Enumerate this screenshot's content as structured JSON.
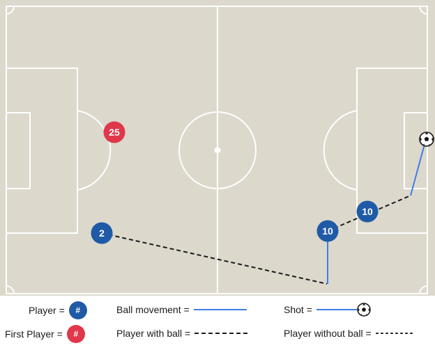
{
  "colors": {
    "pitch": "#dcd8cc",
    "lines": "#ffffff",
    "player": "#1f5aa6",
    "first_player": "#e0374a",
    "ball_movement": "#3f7ee8",
    "run_with_ball": "#1a1a1a"
  },
  "players": [
    {
      "number": "25",
      "kind": "first"
    },
    {
      "number": "2",
      "kind": "player"
    },
    {
      "number": "10",
      "kind": "player"
    },
    {
      "number": "10",
      "kind": "player"
    }
  ],
  "icons": {
    "ball": "football-icon"
  },
  "legend": {
    "player_label": "Player =",
    "player_symbol": "#",
    "first_player_label": "First Player =",
    "first_player_symbol": "#",
    "ball_movement_label": "Ball movement =",
    "player_with_ball_label": "Player with ball =",
    "shot_label": "Shot =",
    "player_without_ball_label": "Player without ball ="
  }
}
